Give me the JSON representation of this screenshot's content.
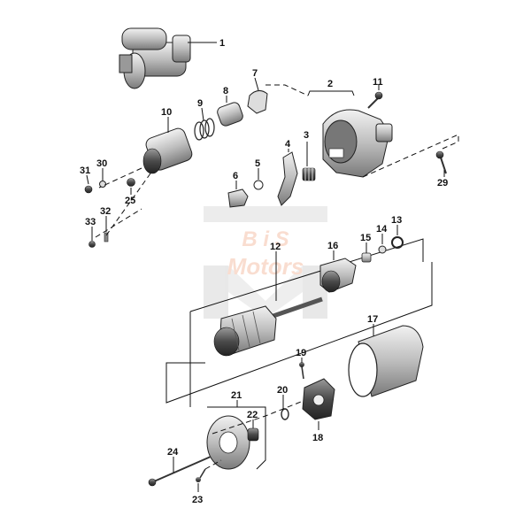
{
  "watermark": {
    "line1": "B i S",
    "line2": "Motors"
  },
  "callouts": {
    "c1": "1",
    "c2": "2",
    "c3": "3",
    "c4": "4",
    "c5": "5",
    "c6": "6",
    "c7": "7",
    "c8": "8",
    "c9": "9",
    "c10": "10",
    "c11": "11",
    "c12": "12",
    "c13": "13",
    "c14": "14",
    "c15": "15",
    "c16": "16",
    "c17": "17",
    "c18": "18",
    "c19": "19",
    "c20": "20",
    "c21": "21",
    "c22": "22",
    "c23": "23",
    "c24": "24",
    "c25": "25",
    "c29": "29",
    "c30": "30",
    "c31": "31",
    "c32": "32",
    "c33": "33"
  }
}
